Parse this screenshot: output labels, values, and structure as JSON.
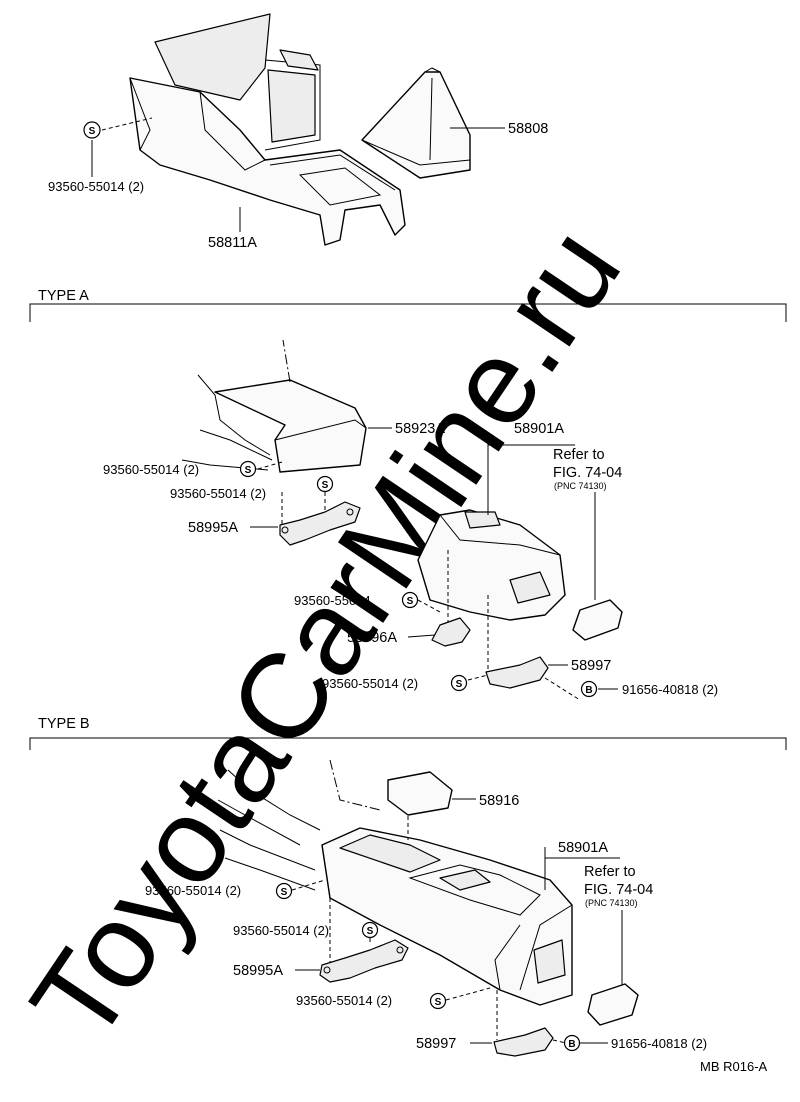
{
  "watermark": "ToyotaCarMine.ru",
  "sections": {
    "type_a": "TYPE A",
    "type_b": "TYPE B"
  },
  "symbols": {
    "s": "S",
    "b": "B"
  },
  "callouts": {
    "top_screw": "93560-55014 (2)",
    "top_console": "58811A",
    "top_boot": "58808",
    "a_armrest": "58923A",
    "a_console": "58901A",
    "a_refer_1": "Refer to",
    "a_refer_2": "FIG. 74-04",
    "a_refer_3": "(PNC 74130)",
    "a_screw_1": "93560-55014 (2)",
    "a_screw_2": "93560-55014 (2)",
    "a_bracket_1": "58995A",
    "a_screw_3": "93560-55014",
    "a_bracket_2": "58996A",
    "a_bracket_3": "58997",
    "a_screw_4": "93560-55014 (2)",
    "a_bolt": "91656-40818 (2)",
    "b_lid": "58916",
    "b_console": "58901A",
    "b_refer_1": "Refer to",
    "b_refer_2": "FIG. 74-04",
    "b_refer_3": "(PNC 74130)",
    "b_screw_1": "93560-55014 (2)",
    "b_screw_2": "93560-55014 (2)",
    "b_bracket_1": "58995A",
    "b_screw_3": "93560-55014 (2)",
    "b_bracket_2": "58997",
    "b_bolt": "91656-40818 (2)"
  },
  "figure_code": "MB   R016-A"
}
